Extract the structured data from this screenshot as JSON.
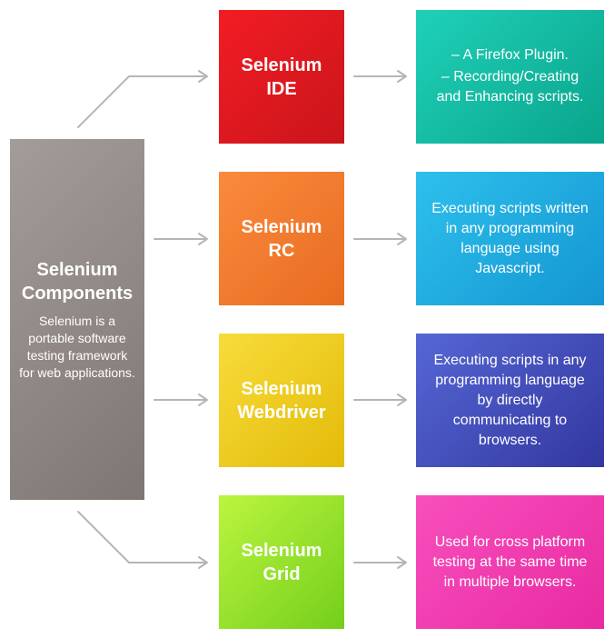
{
  "main": {
    "title": "Selenium Components",
    "description": "Selenium is a portable software testing framework for web applications."
  },
  "components": [
    {
      "name": "Selenium IDE",
      "description_items": [
        "A Firefox Plugin.",
        "Recording/Creating and Enhancing scripts."
      ]
    },
    {
      "name": "Selenium RC",
      "description": "Executing scripts written in any programming language using Javascript."
    },
    {
      "name": "Selenium Webdriver",
      "description": "Executing scripts in any programming language by directly communicating to browsers."
    },
    {
      "name": "Selenium Grid",
      "description": "Used for cross platform testing at the same time in multiple browsers."
    }
  ],
  "colors": {
    "main": "#8f8884",
    "ide": "#e0181f",
    "rc": "#f27a2d",
    "webdriver": "#eccb1f",
    "grid": "#96e22c",
    "ide_desc": "#14bba2",
    "rc_desc": "#1fa9e0",
    "webdriver_desc": "#444cb9",
    "grid_desc": "#f03cae",
    "connector": "#b5b5b5"
  }
}
